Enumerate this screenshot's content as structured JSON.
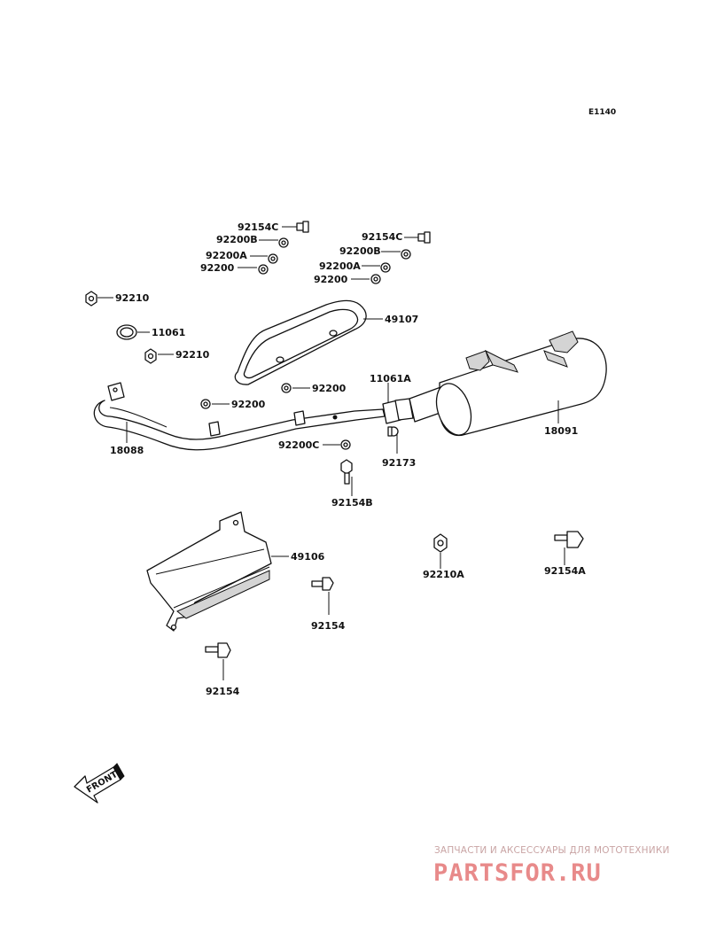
{
  "diagram_code": "E1140",
  "parts": {
    "p92154C_1": "92154C",
    "p92200B_1": "92200B",
    "p92200A_1": "92200A",
    "p92200_1": "92200",
    "p92154C_2": "92154C",
    "p92200B_2": "92200B",
    "p92200A_2": "92200A",
    "p92200_2": "92200",
    "p92210": "92210",
    "p11061": "11061",
    "p92210_b": "92210",
    "p49107": "49107",
    "p11061A": "11061A",
    "p92200_3": "92200",
    "p92200_4": "92200",
    "p18088": "18088",
    "p18091": "18091",
    "p92200C": "92200C",
    "p92173": "92173",
    "p92154B": "92154B",
    "p49106": "49106",
    "p92210A": "92210A",
    "p92154A": "92154A",
    "p92154_1": "92154",
    "p92154_2": "92154"
  },
  "front_arrow": "FRONT",
  "watermark": {
    "tagline": "ЗАПЧАСТИ И АКСЕССУАРЫ ДЛЯ МОТОТЕХНИКИ",
    "logo": "PARTSFOR.RU"
  }
}
